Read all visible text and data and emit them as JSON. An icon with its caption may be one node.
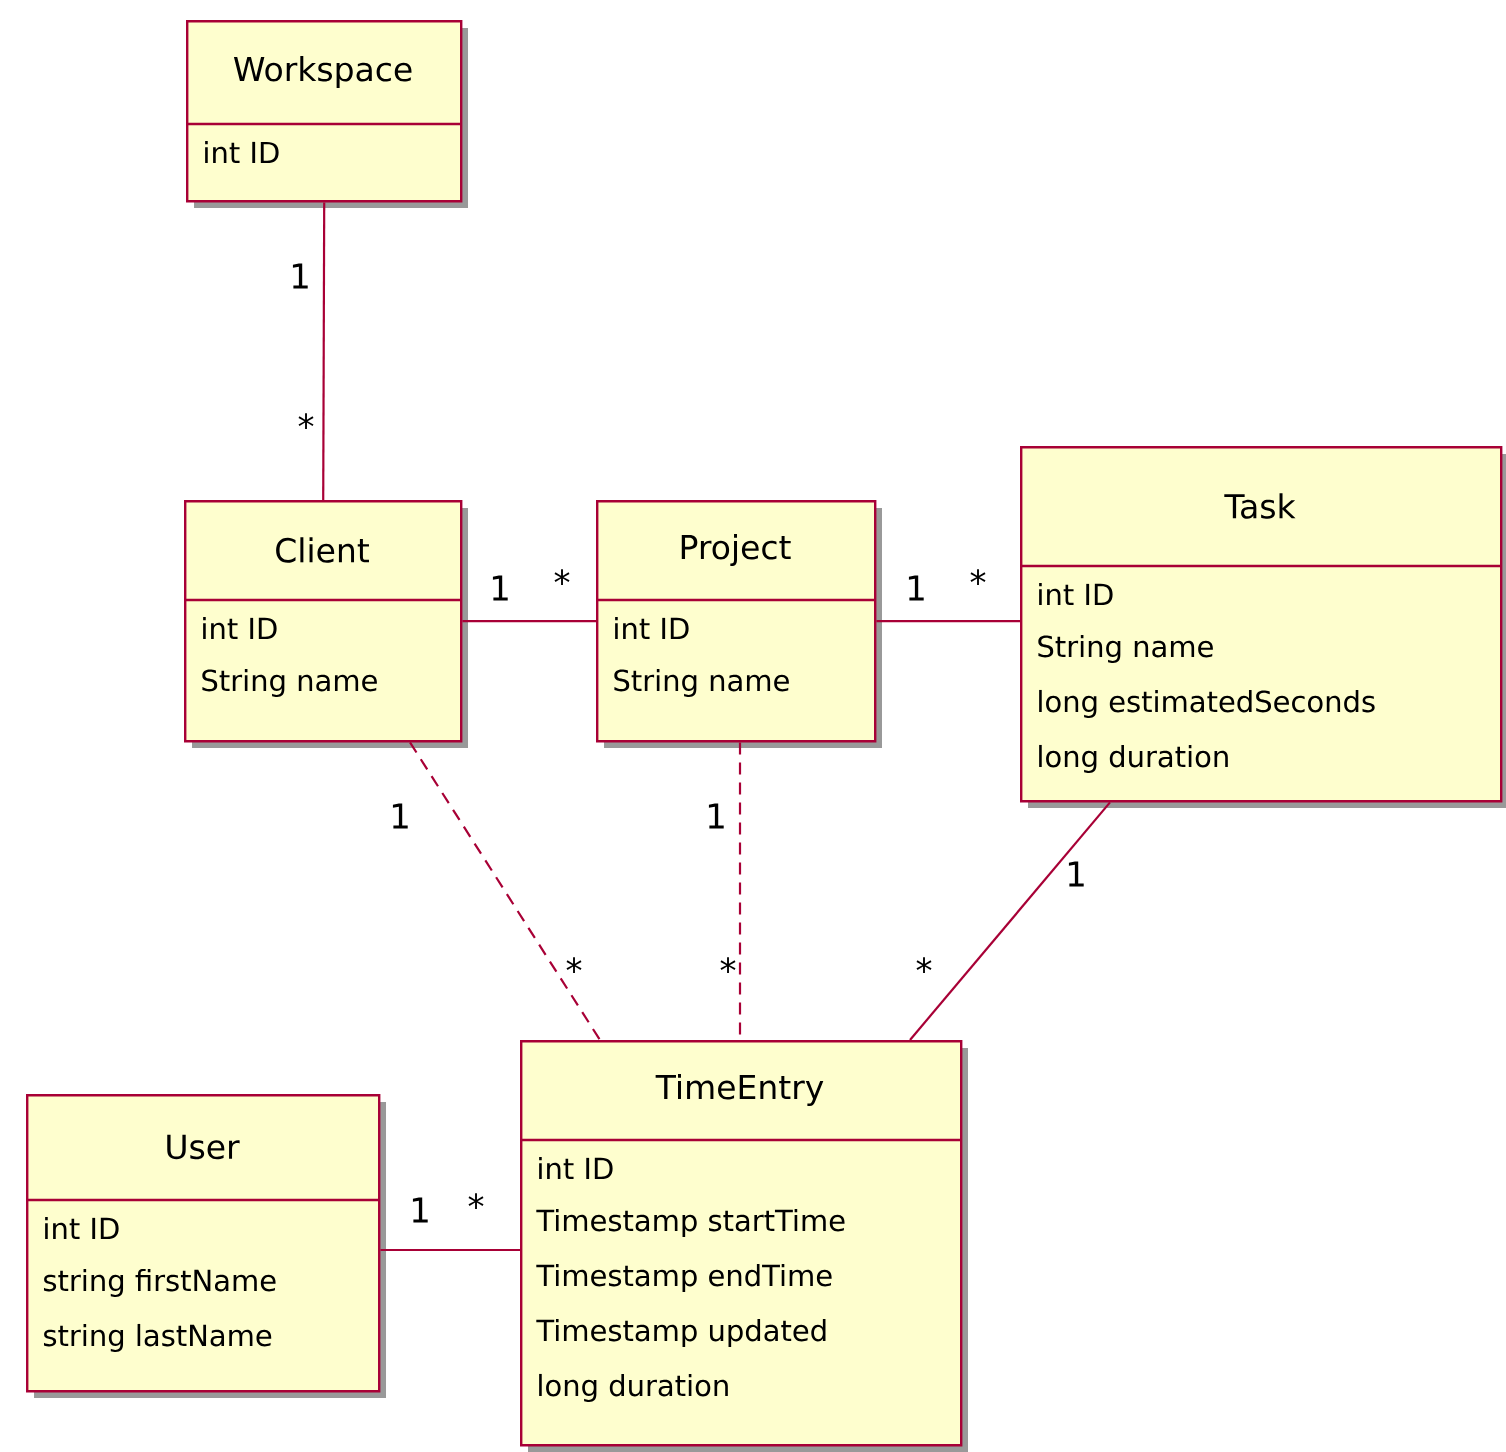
{
  "diagram": {
    "nodes": [
      {
        "text": [
          "Workspace",
          "int ID"
        ]
      },
      {
        "text": [
          "Client",
          "int ID",
          "String name"
        ]
      },
      {
        "text": [
          "Project",
          "int ID",
          "String name"
        ]
      },
      {
        "text": [
          "Task",
          "int ID",
          "String name",
          "long estimatedSeconds",
          "long duration"
        ]
      },
      {
        "text": [
          "User",
          "int ID",
          "string firstName",
          "string lastName"
        ]
      },
      {
        "text": [
          "TimeEntry",
          "int ID",
          "Timestamp startTime",
          "Timestamp endTime",
          "Timestamp updated",
          "long duration"
        ]
      }
    ],
    "edges": [
      {
        "from": 0,
        "to": 1,
        "arrow": "none"
      },
      {
        "from": 1,
        "to": 2,
        "arrow": "none"
      },
      {
        "from": 2,
        "to": 3,
        "arrow": "none"
      },
      {
        "from": 1,
        "to": 5,
        "arrow": "none",
        "style": "dashed"
      },
      {
        "from": 2,
        "to": 5,
        "arrow": "none",
        "style": "dashed"
      },
      {
        "from": 3,
        "to": 5,
        "arrow": "none"
      },
      {
        "from": 4,
        "to": 5,
        "arrow": "none"
      }
    ],
    "labels": [
      "1",
      "*",
      "1",
      "*",
      "1",
      "*",
      "1",
      "*",
      "1",
      "*",
      "1",
      "*",
      "1",
      "*"
    ]
  }
}
